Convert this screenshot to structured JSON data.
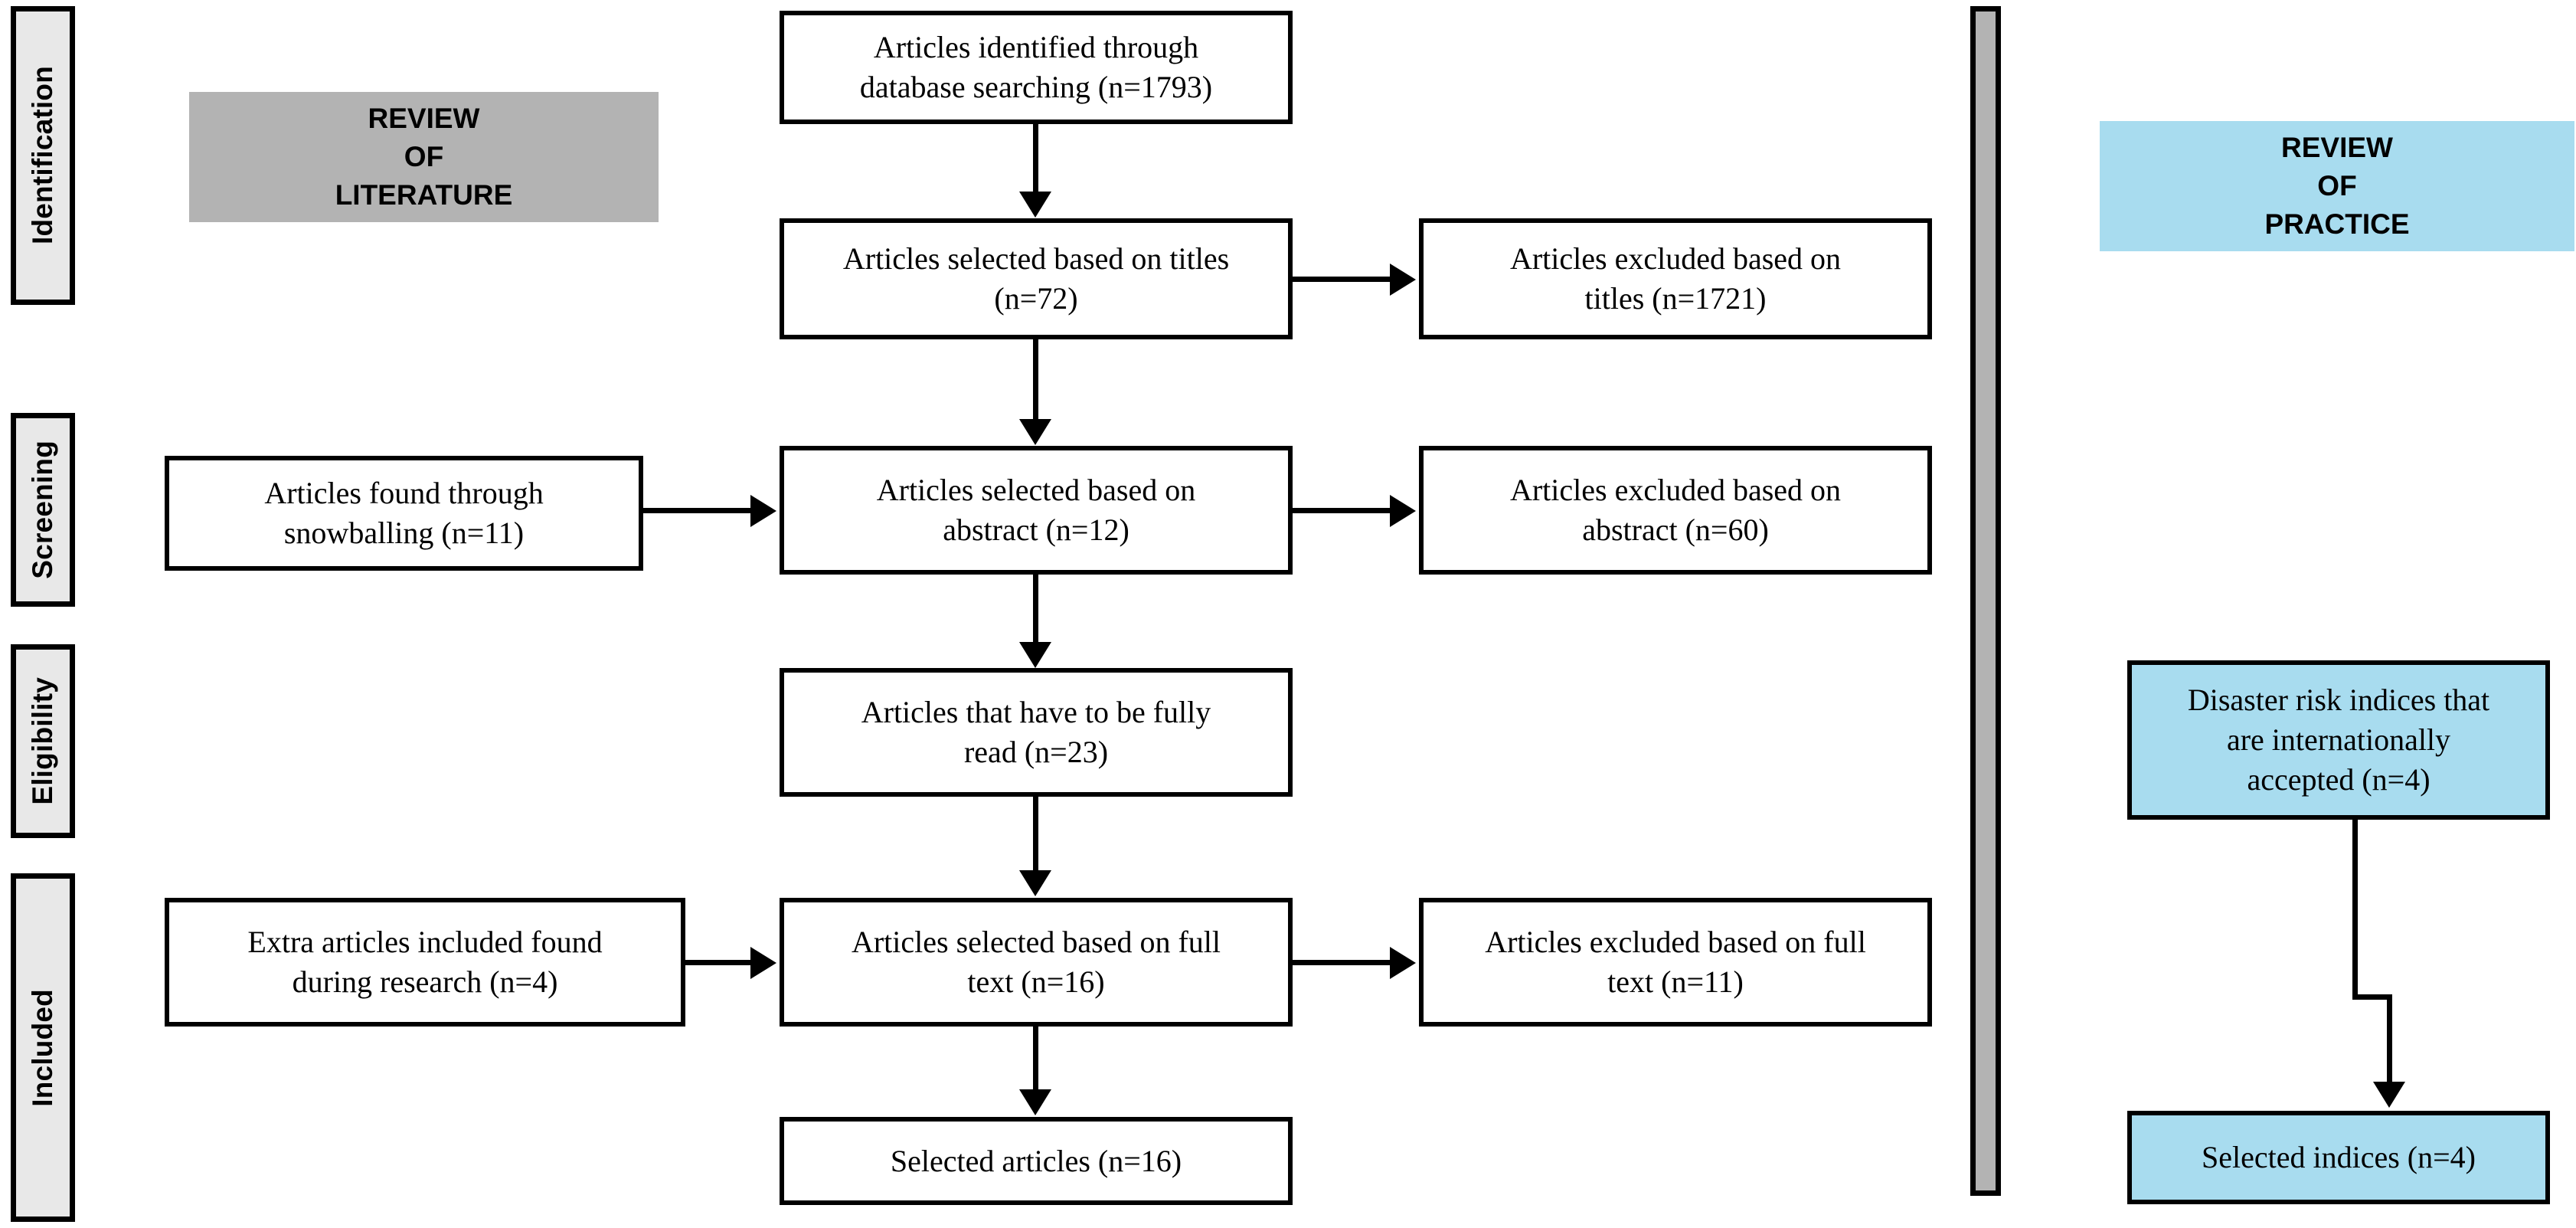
{
  "diagram": {
    "title": "PRISMA article selection flow diagram",
    "colors": {
      "box_border": "#000000",
      "box_fill": "#ffffff",
      "blue_fill": "#a8dcef",
      "gray_banner_fill": "#b3b3b3",
      "stage_chip_fill": "#e8e8e8",
      "divider_fill": "#b3b3b3"
    }
  },
  "stages": [
    {
      "label": "Identification"
    },
    {
      "label": "Screening"
    },
    {
      "label": "Eligibility"
    },
    {
      "label": "Included"
    }
  ],
  "banners": {
    "literature": {
      "line1": "REVIEW",
      "line2": "OF",
      "line3": "LITERATURE"
    },
    "practice": {
      "line1": "REVIEW",
      "line2": "OF",
      "line3": "PRACTICE"
    }
  },
  "boxes": {
    "identified": {
      "line1": "Articles identified through",
      "line2": "database searching (n=1793)"
    },
    "selected_titles": {
      "line1": "Articles selected based on titles",
      "line2": "(n=72)"
    },
    "excluded_titles": {
      "line1": "Articles excluded based on",
      "line2": "titles (n=1721)"
    },
    "snowballing": {
      "line1": "Articles found through",
      "line2": "snowballing (n=11)"
    },
    "selected_abstract": {
      "line1": "Articles selected based on",
      "line2": "abstract (n=12)"
    },
    "excluded_abstract": {
      "line1": "Articles excluded based on",
      "line2": "abstract (n=60)"
    },
    "fully_read": {
      "line1": "Articles that have to be fully",
      "line2": "read (n=23)"
    },
    "extra_articles": {
      "line1": "Extra articles included  found",
      "line2": "during research (n=4)"
    },
    "selected_fulltext": {
      "line1": "Articles selected based on full",
      "line2": "text (n=16)"
    },
    "excluded_fulltext": {
      "line1": "Articles excluded based on full",
      "line2": "text (n=11)"
    },
    "selected_articles": {
      "line1": "Selected articles (n=16)",
      "line2": ""
    },
    "disaster_indices": {
      "line1": "Disaster risk indices that",
      "line2": "are internationally",
      "line3": "accepted (n=4)"
    },
    "selected_indices": {
      "line1": "Selected indices (n=4)",
      "line2": ""
    }
  },
  "counts": {
    "identified_through_database_searching": 1793,
    "selected_based_on_titles": 72,
    "excluded_based_on_titles": 1721,
    "found_through_snowballing": 11,
    "selected_based_on_abstract": 12,
    "excluded_based_on_abstract": 60,
    "to_be_fully_read": 23,
    "extra_articles_found_during_research": 4,
    "selected_based_on_full_text": 16,
    "excluded_based_on_full_text": 11,
    "selected_articles": 16,
    "internationally_accepted_indices": 4,
    "selected_indices": 4
  }
}
